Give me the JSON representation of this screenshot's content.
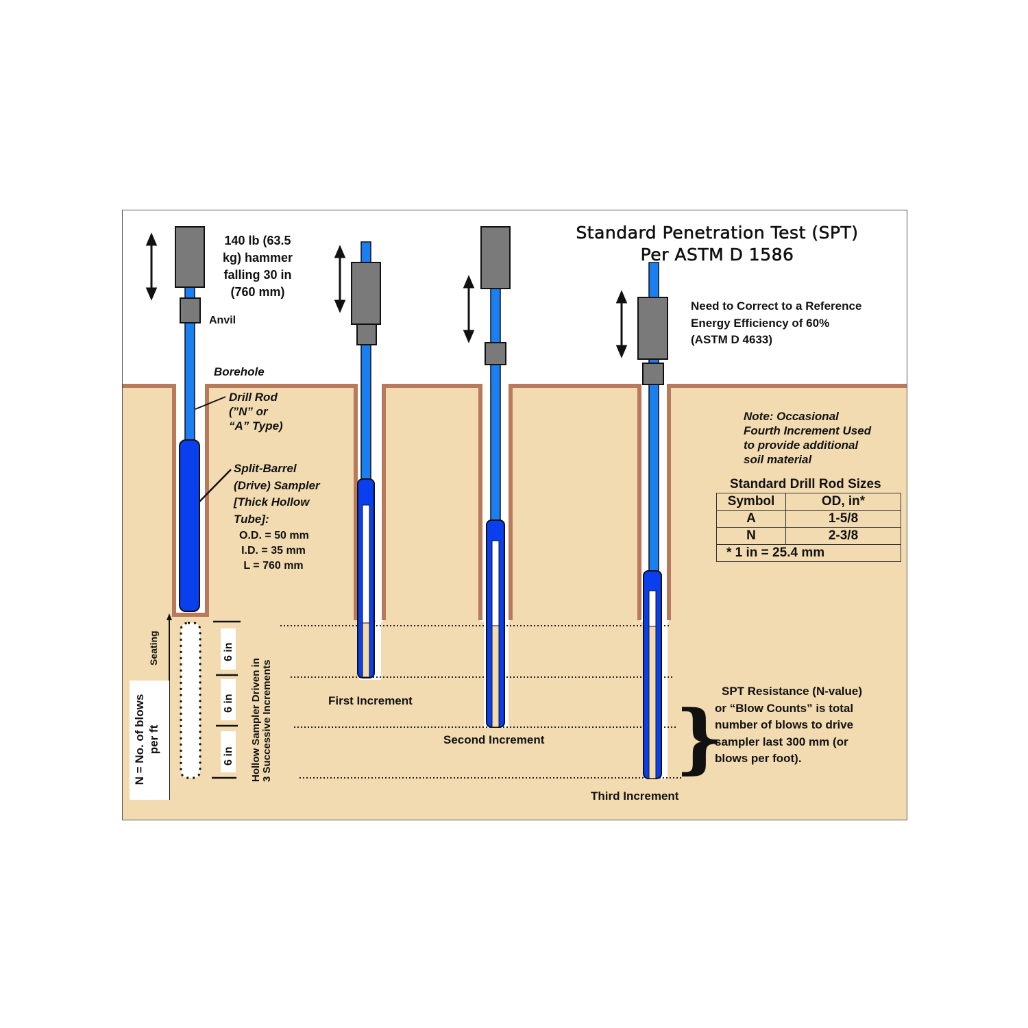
{
  "title": {
    "line1": "Standard Penetration Test (SPT)",
    "line2": "Per ASTM D 1586"
  },
  "hammer_label": [
    "140 lb (63.5",
    "kg) hammer",
    "falling 30 in",
    "(760 mm)"
  ],
  "anvil_label": "Anvil",
  "borehole_label": "Borehole",
  "drill_rod_label": [
    "Drill Rod",
    "(”N” or",
    "“A” Type)"
  ],
  "sampler_label": [
    "Split-Barrel",
    "(Drive) Sampler",
    "[Thick Hollow",
    "Tube]:"
  ],
  "sampler_specs": [
    "O.D. = 50 mm",
    "I.D. = 35 mm",
    "L =  760 mm"
  ],
  "energy_note": [
    "Need to Correct to a Reference",
    "Energy Efficiency of 60%",
    "(ASTM D 4633)"
  ],
  "fourth_increment_note": [
    "Note: Occasional",
    "Fourth Increment Used",
    "to provide additional",
    "soil material"
  ],
  "rod_table": {
    "title": "Standard Drill Rod Sizes",
    "headers": [
      "Symbol",
      "OD, in*"
    ],
    "rows": [
      {
        "symbol": "A",
        "od": "1-5/8"
      },
      {
        "symbol": "N",
        "od": "2-3/8"
      }
    ],
    "footnote": "* 1 in = 25.4 mm"
  },
  "increment_labels": [
    "First Increment",
    "Second Increment",
    "Third Increment"
  ],
  "seating_label": "Seating",
  "n_label": [
    "N = No. of blows",
    "per ft"
  ],
  "six_in_labels": [
    "6 in",
    "6 in",
    "6 in"
  ],
  "hollow_sampler_label": [
    "Hollow Sampler Driven in",
    "3 Successive Increments"
  ],
  "resistance_note": [
    "SPT Resistance (N-value)",
    "or “Blow Counts” is total",
    "number of blows to drive",
    "sampler last 300 mm (or",
    "blows per foot)."
  ],
  "colors": {
    "soil": "#f2dbb0",
    "borehole_wall": "#b87a5a",
    "rod": "#1a7ff0",
    "sampler": "#0a3ff0",
    "hammer": "#7a7a7a"
  }
}
